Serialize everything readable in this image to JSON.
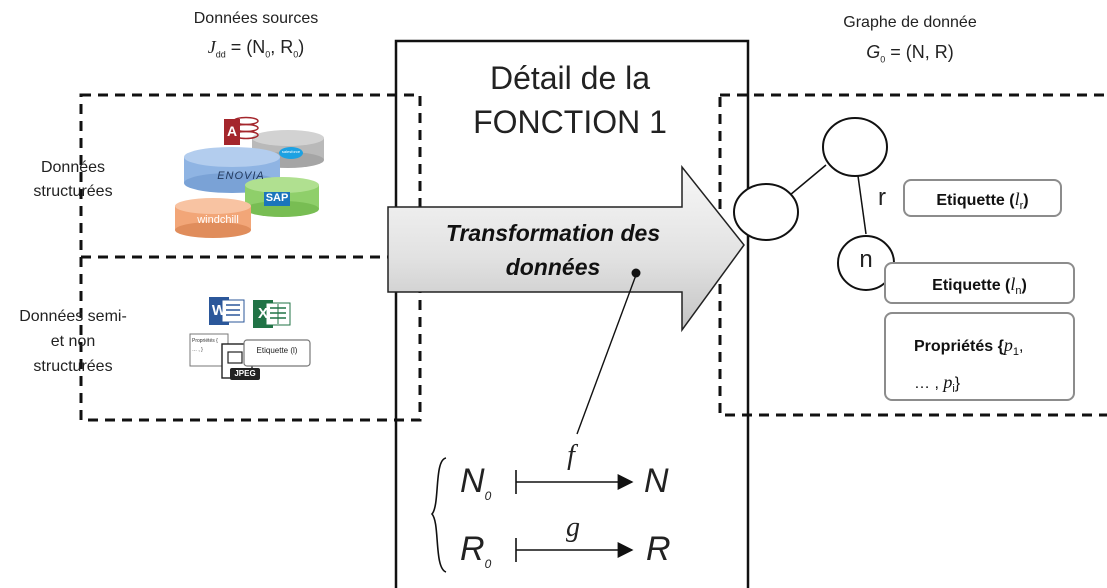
{
  "sources": {
    "title": "Données sources",
    "formula_main": "J",
    "formula_sub": "dd",
    "formula_rest": "= (N",
    "formula_n_sub": "0",
    "formula_mid": ", R",
    "formula_r_sub": "0",
    "formula_end": ")"
  },
  "structured": {
    "line1": "Données",
    "line2": "structurées"
  },
  "semi": {
    "line1": "Données semi-",
    "line2": "et non",
    "line3": "structurées"
  },
  "logos": {
    "access": "A",
    "salesforce": "salesforce",
    "enovia": "ENOVIA",
    "sap": "SAP",
    "windchill": "windchill",
    "word": "W",
    "excel": "X",
    "doc_props": "Propriétés {",
    "doc_props_line2": "… , }",
    "doc_label": "Etiquette (l",
    "doc_label_end": ")",
    "jpeg": "JPEG"
  },
  "function_box": {
    "title_line1": "Détail de la",
    "title_line2": "FONCTION 1"
  },
  "arrow": {
    "label_line1": "Transformation des",
    "label_line2": "données"
  },
  "mapping": {
    "row1_from": "N",
    "row1_from_sub": "0",
    "row1_fn": "f",
    "row1_to": "N",
    "row2_from": "R",
    "row2_from_sub": "0",
    "row2_fn": "g",
    "row2_to": "R"
  },
  "graph": {
    "title": "Graphe de donnée",
    "formula_main": "G",
    "formula_sub": "0",
    "formula_rest": "= (N, R)",
    "edge_label": "r",
    "node_label": "n",
    "edge_tag": "Etiquette (",
    "edge_tag_var": "l",
    "edge_tag_sub": "r",
    "edge_tag_end": ")",
    "node_tag": "Etiquette (",
    "node_tag_var": "l",
    "node_tag_sub": "n",
    "node_tag_end": ")",
    "props_label": "Propriétés {",
    "props_var1": "p",
    "props_sub1": "1",
    "props_mid": ",",
    "props_line2_start": "… ,",
    "props_var2": "p",
    "props_sub2": "i",
    "props_end": "}"
  },
  "colors": {
    "arrow_fill_light": "#f4f4f4",
    "arrow_fill_dark": "#c8c8c8",
    "db_blue": "#8fb4e3",
    "db_gray": "#b9b9b9",
    "db_green": "#8fcf6a",
    "db_orange": "#f2a678",
    "access_red": "#a4262c",
    "word_blue": "#2b579a",
    "excel_green": "#217346",
    "box_border": "#8c8c8c"
  }
}
